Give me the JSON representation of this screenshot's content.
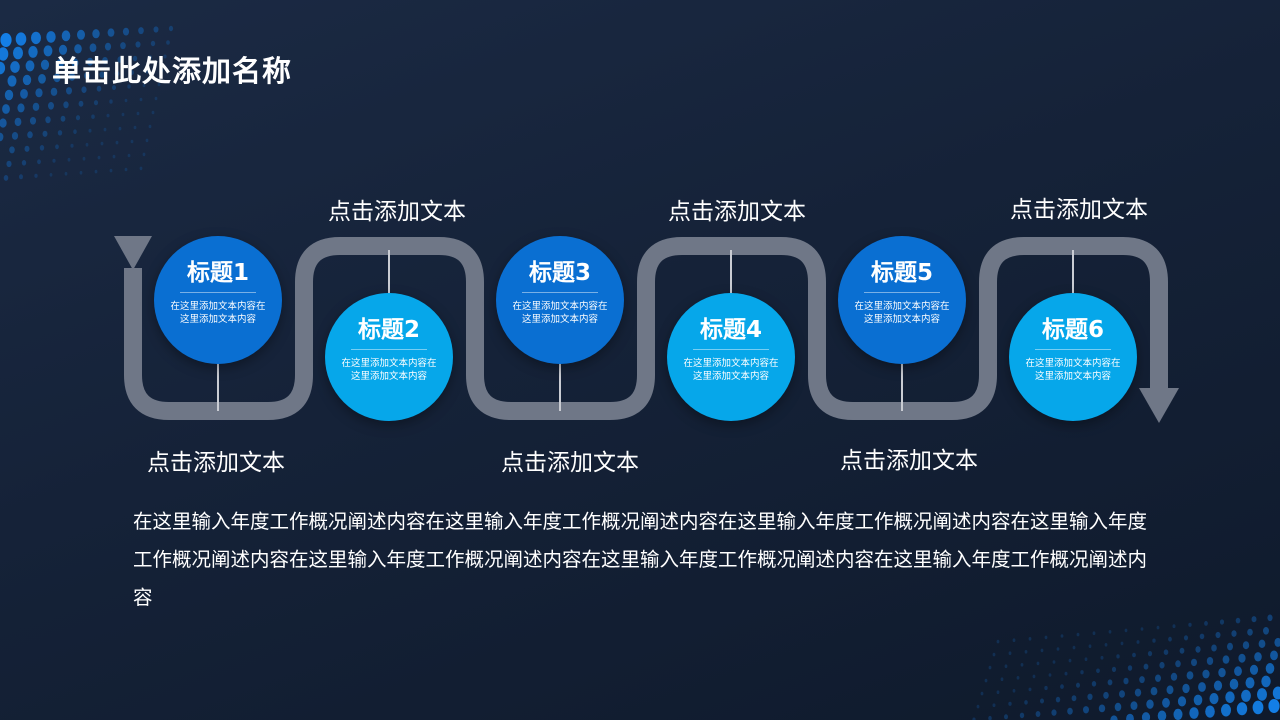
{
  "slide": {
    "title": "单击此处添加名称"
  },
  "steps": [
    {
      "heading": "标题1",
      "desc": "在这里添加文本内容在这里添加文本内容"
    },
    {
      "heading": "标题2",
      "desc": "在这里添加文本内容在这里添加文本内容"
    },
    {
      "heading": "标题3",
      "desc": "在这里添加文本内容在这里添加文本内容"
    },
    {
      "heading": "标题4",
      "desc": "在这里添加文本内容在这里添加文本内容"
    },
    {
      "heading": "标题5",
      "desc": "在这里添加文本内容在这里添加文本内容"
    },
    {
      "heading": "标题6",
      "desc": "在这里添加文本内容在这里添加文本内容"
    }
  ],
  "labels": {
    "top": [
      "点击添加文本",
      "点击添加文本",
      "点击添加文本"
    ],
    "bottom": [
      "点击添加文本",
      "点击添加文本",
      "点击添加文本"
    ]
  },
  "body": {
    "text": "在这里输入年度工作概况阐述内容在这里输入年度工作概况阐述内容在这里输入年度工作概况阐述内容在这里输入年度工作概况阐述内容在这里输入年度工作概况阐述内容在这里输入年度工作概况阐述内容在这里输入年度工作概况阐述内容"
  },
  "colors": {
    "circle_dark": "#0a6fd2",
    "circle_light": "#06a7ea",
    "path": "#6f7787",
    "background": "#152238"
  }
}
